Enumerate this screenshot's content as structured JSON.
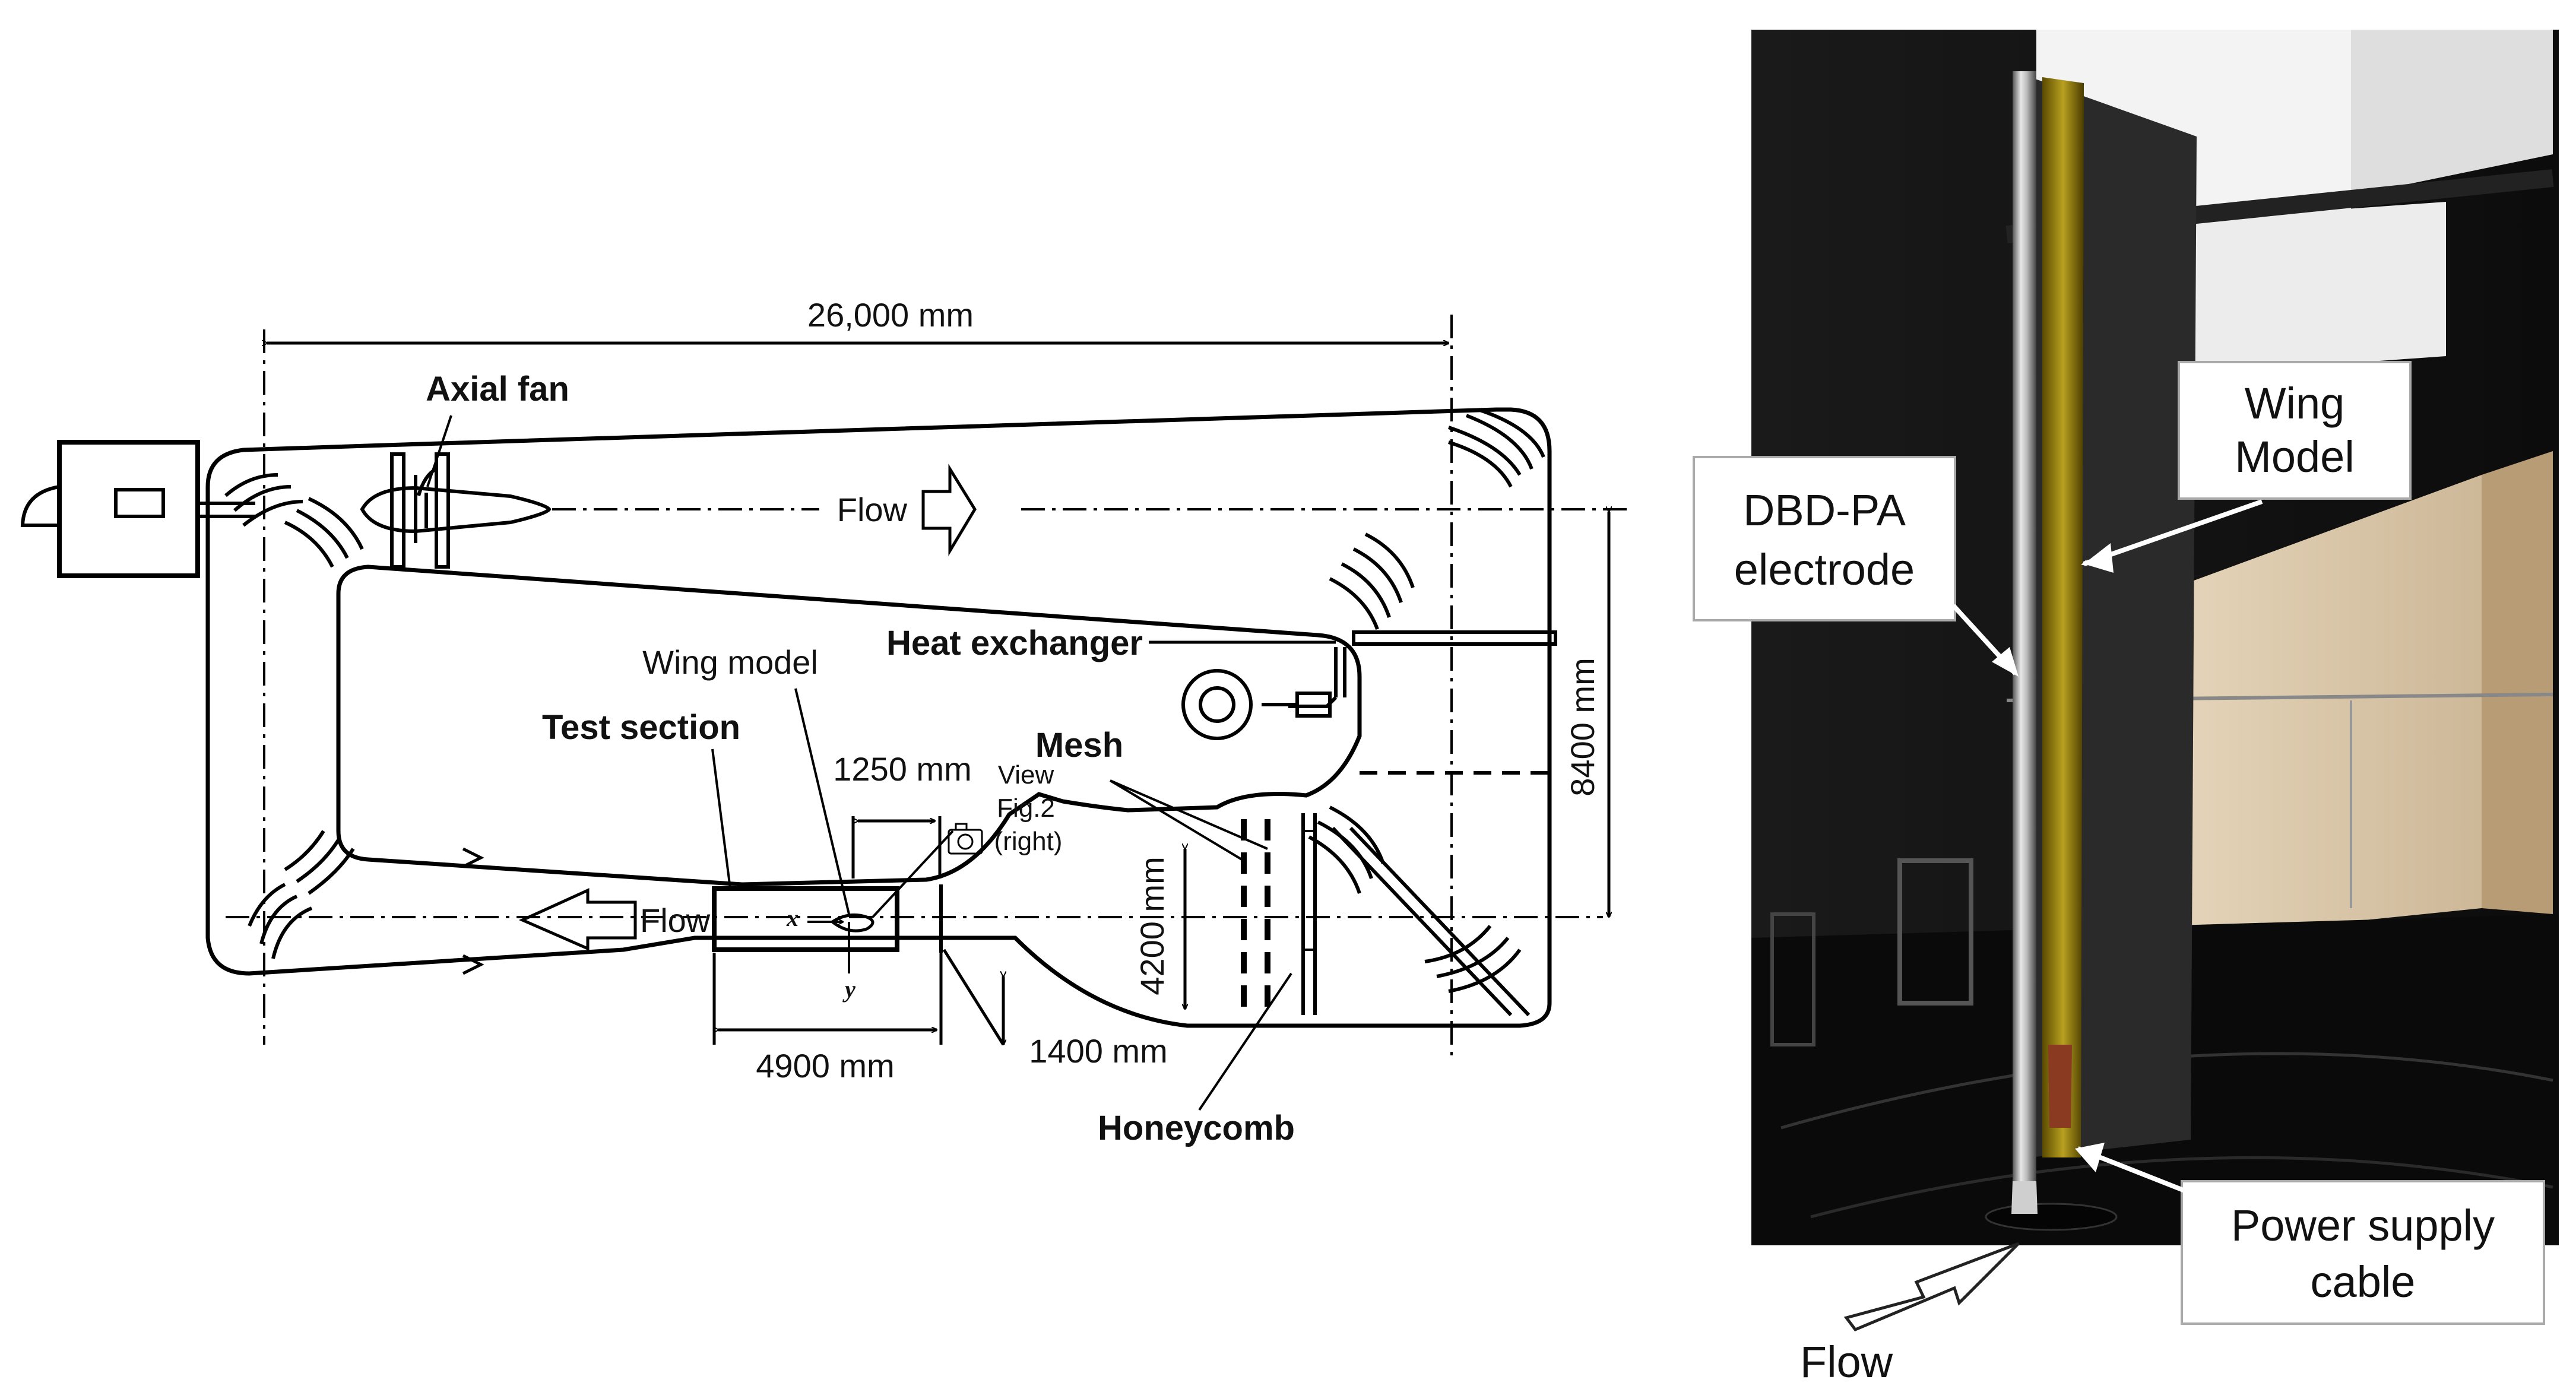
{
  "schematic": {
    "overall_length": "26,000 mm",
    "axial_fan": "Axial fan",
    "flow_top": "Flow",
    "flow_bottom": "Flow",
    "heat_exchanger": "Heat exchanger",
    "wing_model": "Wing model",
    "test_section": "Test section",
    "mesh": "Mesh",
    "test_section_width": "1250 mm",
    "view_line1": "View",
    "view_line2": "Fig.2",
    "view_line3": "(right)",
    "contraction_width": "4200 mm",
    "tunnel_height": "8400 mm",
    "test_section_length": "4900 mm",
    "outlet_width": "1400 mm",
    "honeycomb": "Honeycomb",
    "axis_x": "x",
    "axis_y": "y"
  },
  "photo": {
    "wing_model_line1": "Wing",
    "wing_model_line2": "Model",
    "electrode_line1": "DBD-PA",
    "electrode_line2": "electrode",
    "cable_line1": "Power supply",
    "cable_line2": "cable",
    "flow": "Flow"
  }
}
